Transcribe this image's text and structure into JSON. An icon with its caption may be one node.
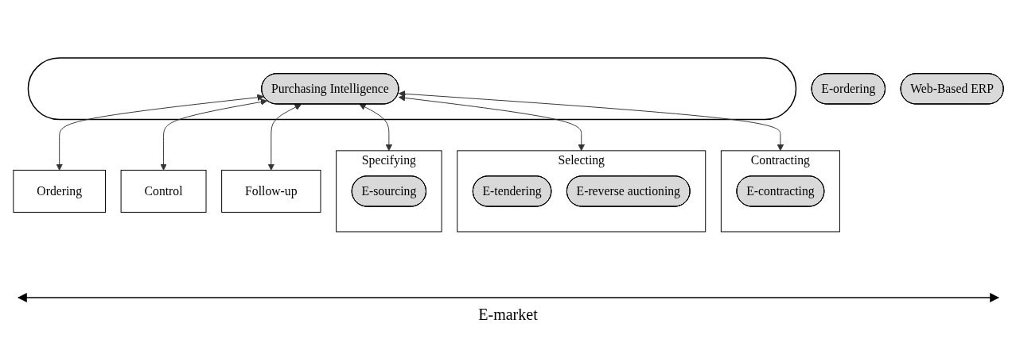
{
  "diagram": {
    "nodes": [
      {
        "text": [],
        "shape": "band"
      },
      {
        "text": [
          "Purchasing Intelligence"
        ],
        "in": 0
      },
      {
        "text": [
          "Specifying"
        ]
      },
      {
        "text": [
          "E-sourcing"
        ],
        "in": 2
      },
      {
        "text": [
          "Selecting"
        ]
      },
      {
        "text": [
          "E-tendering"
        ],
        "in": 4
      },
      {
        "text": [
          "E-reverse auctioning"
        ],
        "in": 4
      },
      {
        "text": [
          "Contracting"
        ]
      },
      {
        "text": [
          "E-contracting"
        ],
        "in": 7
      },
      {
        "text": [
          "Ordering"
        ]
      },
      {
        "text": [
          "Control"
        ]
      },
      {
        "text": [
          "Follow-up"
        ]
      },
      {
        "text": [
          "E-ordering"
        ]
      },
      {
        "text": [
          "Web-Based ERP"
        ]
      }
    ],
    "edges": [
      {
        "from": 1,
        "to": 2,
        "arrow": "both"
      },
      {
        "from": 1,
        "to": 4,
        "arrow": "both"
      },
      {
        "from": 1,
        "to": 7,
        "arrow": "both"
      },
      {
        "from": 1,
        "to": 9,
        "arrow": "both"
      },
      {
        "from": 1,
        "to": 10,
        "arrow": "both"
      },
      {
        "from": 1,
        "to": 11,
        "arrow": "both"
      }
    ],
    "labels": [
      "E-market"
    ]
  }
}
